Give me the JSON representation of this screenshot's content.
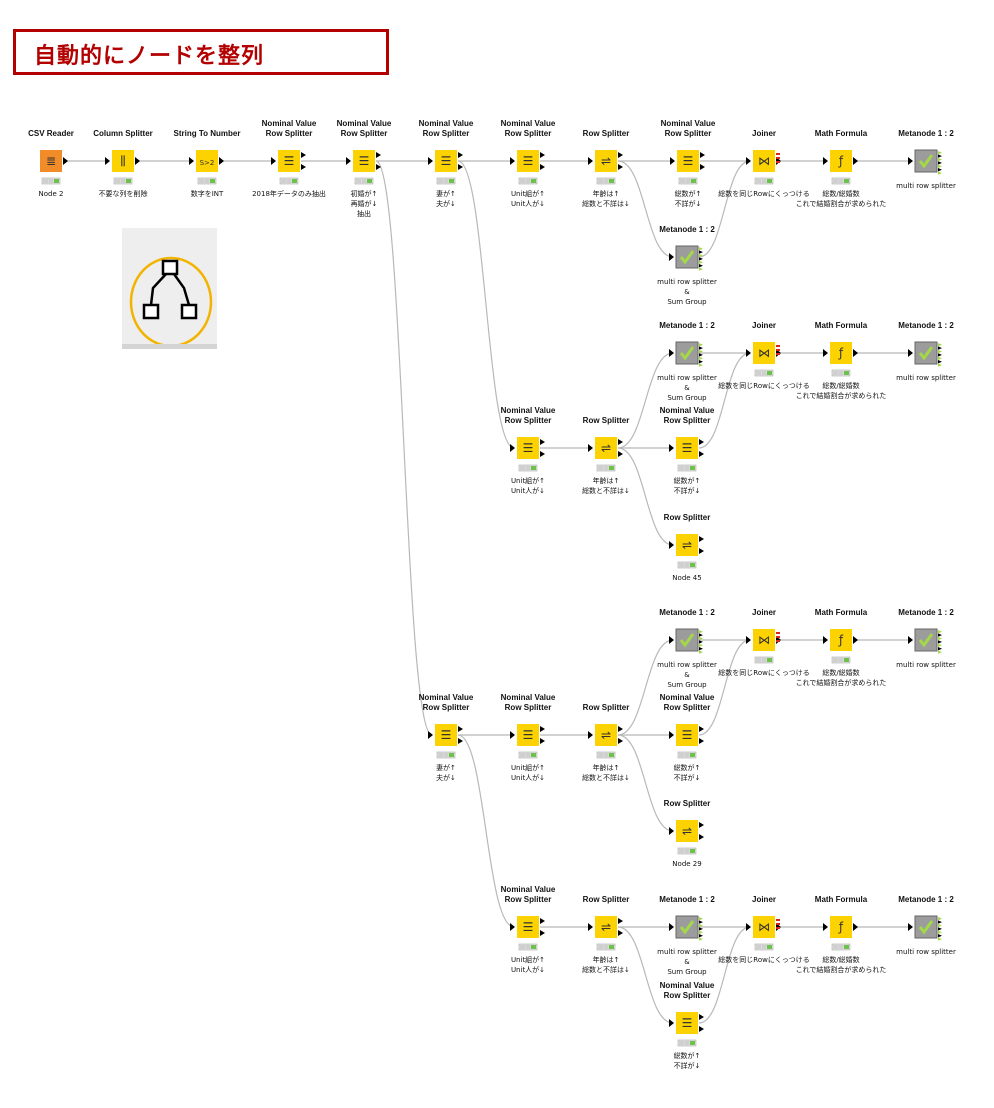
{
  "header": {
    "title": "自動的にノードを整列"
  },
  "colors": {
    "title": "#b30000",
    "node_yellow": "#fcd200",
    "node_orange": "#f28c28",
    "metanode_gray": "#9c9c9c",
    "check_green": "#a3d848",
    "status_green": "#6dc24a",
    "status_gray": "#cfcfcf",
    "connection": "#b8b8b8",
    "align_circle": "#f2b400"
  },
  "toolbar": {
    "align_icon": "node-align-icon"
  },
  "nodes": [
    {
      "id": "n1",
      "kind": "csv",
      "title": "CSV Reader",
      "caption": "Node 2"
    },
    {
      "id": "n2",
      "kind": "colsplit",
      "title": "Column Splitter",
      "caption": "不要な列を削除"
    },
    {
      "id": "n3",
      "kind": "str2num",
      "title": "String To Number",
      "caption": "数字をINT"
    },
    {
      "id": "n4",
      "kind": "nominal",
      "title": "Nominal Value\nRow Splitter",
      "caption": "2018年データのみ抽出"
    },
    {
      "id": "n5",
      "kind": "nominal",
      "title": "Nominal Value\nRow Splitter",
      "caption": "初婚が↑\n再婚が↓\n抽出"
    },
    {
      "id": "n6",
      "kind": "nominal",
      "title": "Nominal Value\nRow Splitter",
      "caption": "妻が↑\n夫が↓"
    },
    {
      "id": "n7",
      "kind": "nominal",
      "title": "Nominal Value\nRow Splitter",
      "caption": "Unit組が↑\nUnit人が↓"
    },
    {
      "id": "n8",
      "kind": "rowsplit",
      "title": "Row Splitter",
      "caption": "年齢は↑\n総数と不詳は↓"
    },
    {
      "id": "n9",
      "kind": "nominal",
      "title": "Nominal Value\nRow Splitter",
      "caption": "総数が↑\n不詳が↓"
    },
    {
      "id": "n10",
      "kind": "joiner",
      "title": "Joiner",
      "caption": "総数を同じRowにくっつける"
    },
    {
      "id": "n11",
      "kind": "math",
      "title": "Math Formula",
      "caption": "総数/総婚数\nこれで結婚割合が求められた"
    },
    {
      "id": "n12",
      "kind": "meta",
      "title": "Metanode 1 : 2",
      "caption": "multi row splitter"
    },
    {
      "id": "n13",
      "kind": "meta",
      "title": "Metanode 1 : 2",
      "caption": "multi row splitter\n&\nSum Group"
    },
    {
      "id": "n14",
      "kind": "meta",
      "title": "Metanode 1 : 2",
      "caption": "multi row splitter\n&\nSum Group"
    },
    {
      "id": "n15",
      "kind": "joiner",
      "title": "Joiner",
      "caption": "総数を同じRowにくっつける"
    },
    {
      "id": "n16",
      "kind": "math",
      "title": "Math Formula",
      "caption": "総数/総婚数\nこれで結婚割合が求められた"
    },
    {
      "id": "n17",
      "kind": "meta",
      "title": "Metanode 1 : 2",
      "caption": "multi row splitter"
    },
    {
      "id": "n18",
      "kind": "nominal",
      "title": "Nominal Value\nRow Splitter",
      "caption": "Unit組が↑\nUnit人が↓"
    },
    {
      "id": "n19",
      "kind": "rowsplit",
      "title": "Row Splitter",
      "caption": "年齢は↑\n総数と不詳は↓"
    },
    {
      "id": "n20",
      "kind": "nominal",
      "title": "Nominal Value\nRow Splitter",
      "caption": "総数が↑\n不詳が↓"
    },
    {
      "id": "n21",
      "kind": "rowsplit",
      "title": "Row Splitter",
      "caption": "Node 45"
    },
    {
      "id": "n22",
      "kind": "meta",
      "title": "Metanode 1 : 2",
      "caption": "multi row splitter\n&\nSum Group"
    },
    {
      "id": "n23",
      "kind": "joiner",
      "title": "Joiner",
      "caption": "総数を同じRowにくっつける"
    },
    {
      "id": "n24",
      "kind": "math",
      "title": "Math Formula",
      "caption": "総数/総婚数\nこれで結婚割合が求められた"
    },
    {
      "id": "n25",
      "kind": "meta",
      "title": "Metanode 1 : 2",
      "caption": "multi row splitter"
    },
    {
      "id": "n26",
      "kind": "nominal",
      "title": "Nominal Value\nRow Splitter",
      "caption": "妻が↑\n夫が↓"
    },
    {
      "id": "n27",
      "kind": "nominal",
      "title": "Nominal Value\nRow Splitter",
      "caption": "Unit組が↑\nUnit人が↓"
    },
    {
      "id": "n28",
      "kind": "rowsplit",
      "title": "Row Splitter",
      "caption": "年齢は↑\n総数と不詳は↓"
    },
    {
      "id": "n29",
      "kind": "nominal",
      "title": "Nominal Value\nRow Splitter",
      "caption": "総数が↑\n不詳が↓"
    },
    {
      "id": "n30",
      "kind": "rowsplit",
      "title": "Row Splitter",
      "caption": "Node 29"
    },
    {
      "id": "n31",
      "kind": "nominal",
      "title": "Nominal Value\nRow Splitter",
      "caption": "Unit組が↑\nUnit人が↓"
    },
    {
      "id": "n32",
      "kind": "rowsplit",
      "title": "Row Splitter",
      "caption": "年齢は↑\n総数と不詳は↓"
    },
    {
      "id": "n33",
      "kind": "meta",
      "title": "Metanode 1 : 2",
      "caption": "multi row splitter\n&\nSum Group"
    },
    {
      "id": "n34",
      "kind": "nominal",
      "title": "Nominal Value\nRow Splitter",
      "caption": "総数が↑\n不詳が↓"
    },
    {
      "id": "n35",
      "kind": "joiner",
      "title": "Joiner",
      "caption": "総数を同じRowにくっつける"
    },
    {
      "id": "n36",
      "kind": "math",
      "title": "Math Formula",
      "caption": "総数/総婚数\nこれで結婚割合が求められた"
    },
    {
      "id": "n37",
      "kind": "meta",
      "title": "Metanode 1 : 2",
      "caption": "multi row splitter"
    }
  ],
  "edges": [
    [
      "n1",
      "n2"
    ],
    [
      "n2",
      "n3"
    ],
    [
      "n3",
      "n4"
    ],
    [
      "n4",
      "n5"
    ],
    [
      "n5",
      "n6"
    ],
    [
      "n5",
      "n26"
    ],
    [
      "n6",
      "n7"
    ],
    [
      "n6",
      "n18"
    ],
    [
      "n7",
      "n8"
    ],
    [
      "n8",
      "n9"
    ],
    [
      "n8",
      "n13"
    ],
    [
      "n9",
      "n10"
    ],
    [
      "n13",
      "n10"
    ],
    [
      "n10",
      "n11"
    ],
    [
      "n11",
      "n12"
    ],
    [
      "n18",
      "n19"
    ],
    [
      "n19",
      "n14"
    ],
    [
      "n19",
      "n20"
    ],
    [
      "n19",
      "n21"
    ],
    [
      "n14",
      "n15"
    ],
    [
      "n20",
      "n15"
    ],
    [
      "n15",
      "n16"
    ],
    [
      "n16",
      "n17"
    ],
    [
      "n26",
      "n27"
    ],
    [
      "n26",
      "n31"
    ],
    [
      "n27",
      "n28"
    ],
    [
      "n28",
      "n22"
    ],
    [
      "n28",
      "n29"
    ],
    [
      "n28",
      "n30"
    ],
    [
      "n22",
      "n23"
    ],
    [
      "n29",
      "n23"
    ],
    [
      "n23",
      "n24"
    ],
    [
      "n24",
      "n25"
    ],
    [
      "n31",
      "n32"
    ],
    [
      "n32",
      "n33"
    ],
    [
      "n32",
      "n34"
    ],
    [
      "n33",
      "n35"
    ],
    [
      "n34",
      "n35"
    ],
    [
      "n35",
      "n36"
    ],
    [
      "n36",
      "n37"
    ]
  ]
}
